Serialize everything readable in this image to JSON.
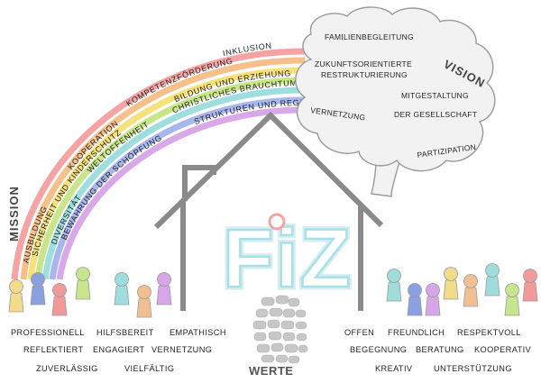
{
  "mission": "MISSION",
  "vision": "VISION",
  "werte": "WERTE",
  "logo": "FiZ",
  "rainbow": [
    {
      "label": "INKLUSION",
      "color": "#f5a3a3"
    },
    {
      "label": "KOMPETENZFÖRDERUNG",
      "color": "#f7c08a"
    },
    {
      "label": "KOOPERATION",
      "color": "#f5e07a"
    },
    {
      "label": "AUSBILDUNG",
      "color": "#f5e07a"
    },
    {
      "label": "BILDUNG UND ERZIEHUNG",
      "color": "#c9e58a"
    },
    {
      "label": "SICHERHEIT UND KINDERSCHUTZ",
      "color": "#c9e58a"
    },
    {
      "label": "CHRISTLICHES BRAUCHTUM",
      "color": "#9fdede"
    },
    {
      "label": "WELTOFFENHEIT",
      "color": "#9fdede"
    },
    {
      "label": "DIVERSITÄT",
      "color": "#a8b6ee"
    },
    {
      "label": "STRUKTUREN UND REGELN",
      "color": "#d9a8e8"
    },
    {
      "label": "BEWAHRUNG DER SCHÖPFUNG",
      "color": "#d9a8e8"
    }
  ],
  "tree": [
    "FAMILIENBEGLEITUNG",
    "ZUKUNFTSORIENTIERTE",
    "RESTRUKTURIERUNG",
    "MITGESTALTUNG",
    "DER GESELLSCHAFT",
    "VERNETZUNG",
    "PARTIZIPATION"
  ],
  "values_left": [
    "PROFESSIONELL",
    "HILFSBEREIT",
    "EMPATHISCH",
    "REFLEKTIERT",
    "ENGAGIERT",
    "VERNETZUNG",
    "ZUVERLÄSSIG",
    "VIELFÄLTIG"
  ],
  "values_right": [
    "OFFEN",
    "FREUNDLICH",
    "RESPEKTVOLL",
    "BEGEGNUNG",
    "BERATUNG",
    "KOOPERATIV",
    "KREATIV",
    "UNTERSTÜTZUNG"
  ],
  "colors": {
    "outline": "#888888",
    "figures_left": [
      "#f2dc8a",
      "#8aa0e0",
      "#f29a9a",
      "#c6e58c",
      "#9fdcdc",
      "#f2c090",
      "#d6a6e6"
    ],
    "figures_right": [
      "#9fdcdc",
      "#8aa0e0",
      "#d6a6e6",
      "#f2dc8a",
      "#f2c090",
      "#9fdcdc",
      "#c6e58c",
      "#f29a9a",
      "#8aa0e0"
    ]
  }
}
